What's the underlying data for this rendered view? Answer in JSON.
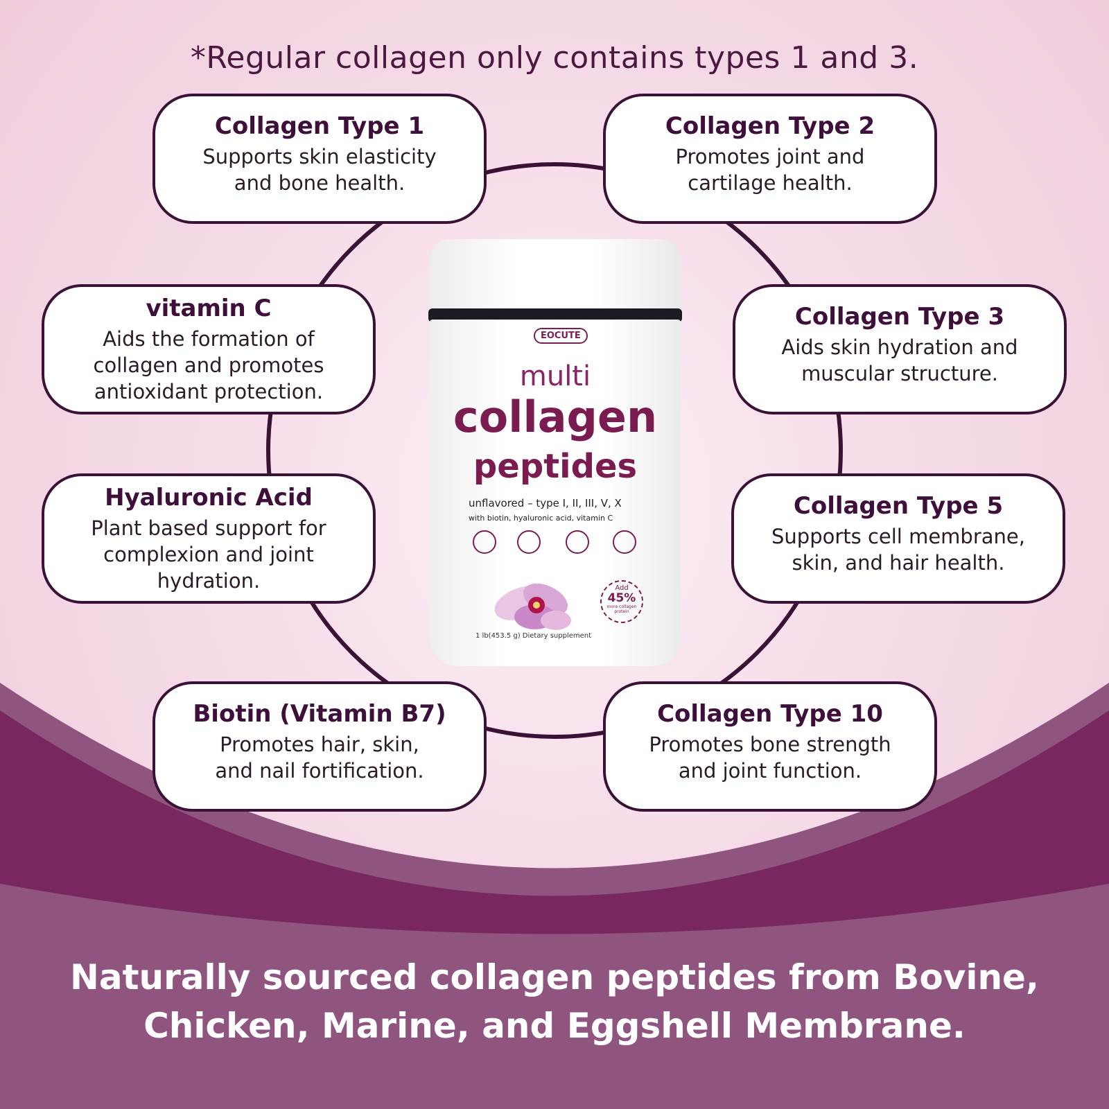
{
  "header": {
    "note": "*Regular collagen only contains types 1 and 3."
  },
  "cards": [
    {
      "title": "Collagen Type 1",
      "desc": "Supports skin elasticity and bone health."
    },
    {
      "title": "Collagen Type 2",
      "desc": "Promotes joint and cartilage health."
    },
    {
      "title": "vitamin C",
      "desc": "Aids the formation of collagen and promotes antioxidant protection."
    },
    {
      "title": "Collagen Type 3",
      "desc": "Aids skin hydration and muscular structure."
    },
    {
      "title": "Hyaluronic Acid",
      "desc": "Plant based support for complexion and joint hydration."
    },
    {
      "title": "Collagen Type 5",
      "desc": "Supports cell membrane, skin, and hair health."
    },
    {
      "title": "Biotin (Vitamin B7)",
      "desc": "Promotes hair, skin, and nail fortification."
    },
    {
      "title": "Collagen Type 10",
      "desc": "Promotes bone strength and joint function."
    }
  ],
  "product": {
    "brand": "EOCUTE",
    "line1": "multi",
    "line2": "collagen",
    "line3": "peptides",
    "sub1": "unflavored – type I, II, III, V, X",
    "sub2": "with biotin, hyaluronic acid, vitamin C",
    "badge_top": "Add",
    "badge_value": "45%",
    "badge_bottom": "more collagen protein",
    "weight": "1 lb(453.5 g) Dietary supplement"
  },
  "footer": {
    "line1": "Naturally sourced collagen peptides from Bovine,",
    "line2": "Chicken, Marine, and Eggshell Membrane."
  },
  "colors": {
    "accent_dark": "#3a1236",
    "band_light": "#8f557f",
    "band_dark": "#78285f",
    "brand_plum": "#7a1c50"
  }
}
